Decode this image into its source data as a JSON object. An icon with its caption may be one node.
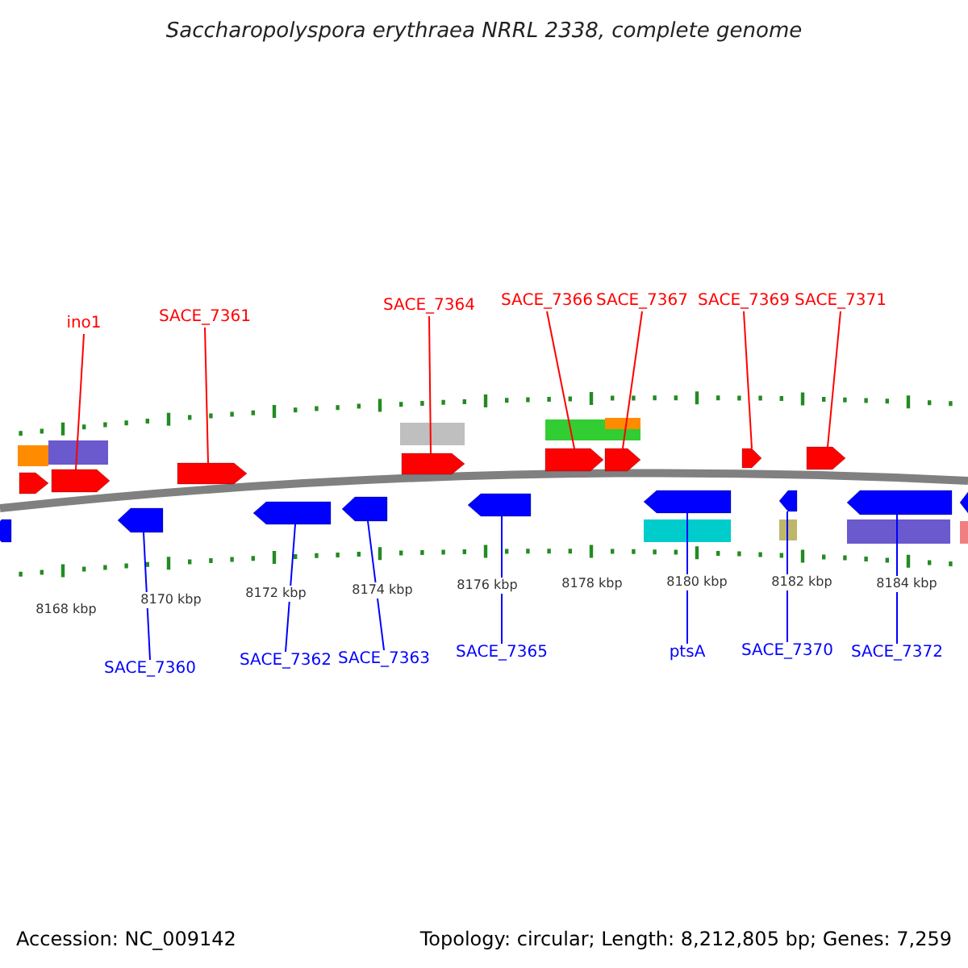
{
  "diagram": {
    "title": "Saccharopolyspora erythraea NRRL 2338, complete genome",
    "nodes": [
      {
        "text": [
          "ino1"
        ]
      },
      {
        "text": [
          "SACE_7361"
        ]
      },
      {
        "text": [
          "SACE_7364"
        ]
      },
      {
        "text": [
          "SACE_7366"
        ]
      },
      {
        "text": [
          "SACE_7367"
        ]
      },
      {
        "text": [
          "SACE_7369"
        ]
      },
      {
        "text": [
          "SACE_7371"
        ]
      },
      {
        "text": [
          "SACE_7360"
        ]
      },
      {
        "text": [
          "SACE_7362"
        ]
      },
      {
        "text": [
          "SACE_7363"
        ]
      },
      {
        "text": [
          "SACE_7365"
        ]
      },
      {
        "text": [
          "ptsA"
        ]
      },
      {
        "text": [
          "SACE_7370"
        ]
      },
      {
        "text": [
          "SACE_7372"
        ]
      },
      {
        "text": [],
        "shape": "arrow"
      },
      {
        "text": [],
        "shape": "arrow"
      },
      {
        "text": [],
        "shape": "arrow"
      },
      {
        "text": [],
        "shape": "arrow"
      },
      {
        "text": [],
        "shape": "arrow"
      },
      {
        "text": [],
        "shape": "arrow"
      },
      {
        "text": [],
        "shape": "arrow"
      },
      {
        "text": [],
        "shape": "arrow"
      },
      {
        "text": [],
        "shape": "arrow"
      },
      {
        "text": [],
        "shape": "arrow"
      },
      {
        "text": [],
        "shape": "arrow"
      },
      {
        "text": [],
        "shape": "arrow"
      },
      {
        "text": [],
        "shape": "arrow"
      },
      {
        "text": [],
        "shape": "arrow"
      },
      {
        "text": [],
        "shape": "arrow"
      },
      {
        "text": [],
        "shape": "box"
      },
      {
        "text": [],
        "shape": "box"
      },
      {
        "text": [],
        "shape": "box"
      },
      {
        "text": [],
        "shape": "box"
      },
      {
        "text": [],
        "shape": "box"
      },
      {
        "text": [],
        "shape": "box"
      },
      {
        "text": [],
        "shape": "arrow"
      },
      {
        "text": [],
        "shape": "arrow"
      },
      {
        "text": [],
        "shape": "box"
      },
      {
        "text": [],
        "shape": "box"
      },
      {
        "text": [],
        "shape": "box"
      },
      {
        "text": [],
        "shape": "box"
      }
    ],
    "edges": [
      {
        "from": 0,
        "to": 14,
        "arrow": "none",
        "color": "#ff0000"
      },
      {
        "from": 1,
        "to": 15,
        "arrow": "none",
        "color": "#ff0000"
      },
      {
        "from": 2,
        "to": 16,
        "arrow": "none",
        "color": "#ff0000"
      },
      {
        "from": 3,
        "to": 17,
        "arrow": "none",
        "color": "#ff0000"
      },
      {
        "from": 4,
        "to": 18,
        "arrow": "none",
        "color": "#ff0000"
      },
      {
        "from": 5,
        "to": 19,
        "arrow": "none",
        "color": "#ff0000"
      },
      {
        "from": 6,
        "to": 20,
        "arrow": "none",
        "color": "#ff0000"
      },
      {
        "from": 7,
        "to": 21,
        "arrow": "none",
        "color": "#0000ff"
      },
      {
        "from": 8,
        "to": 22,
        "arrow": "none",
        "color": "#0000ff"
      },
      {
        "from": 9,
        "to": 23,
        "arrow": "none",
        "color": "#0000ff"
      },
      {
        "from": 10,
        "to": 24,
        "arrow": "none",
        "color": "#0000ff"
      },
      {
        "from": 11,
        "to": 25,
        "arrow": "none",
        "color": "#0000ff"
      },
      {
        "from": 12,
        "to": 26,
        "arrow": "none",
        "color": "#0000ff"
      },
      {
        "from": 13,
        "to": 27,
        "arrow": "none",
        "color": "#0000ff"
      }
    ],
    "labels": [
      "8168 kbp",
      "8170 kbp",
      "8172 kbp",
      "8174 kbp",
      "8176 kbp",
      "8178 kbp",
      "8180 kbp",
      "8182 kbp",
      "8184 kbp",
      "Accession: NC_009142",
      "Topology: circular; Length: 8,212,805 bp; Genes: 7,259"
    ]
  }
}
